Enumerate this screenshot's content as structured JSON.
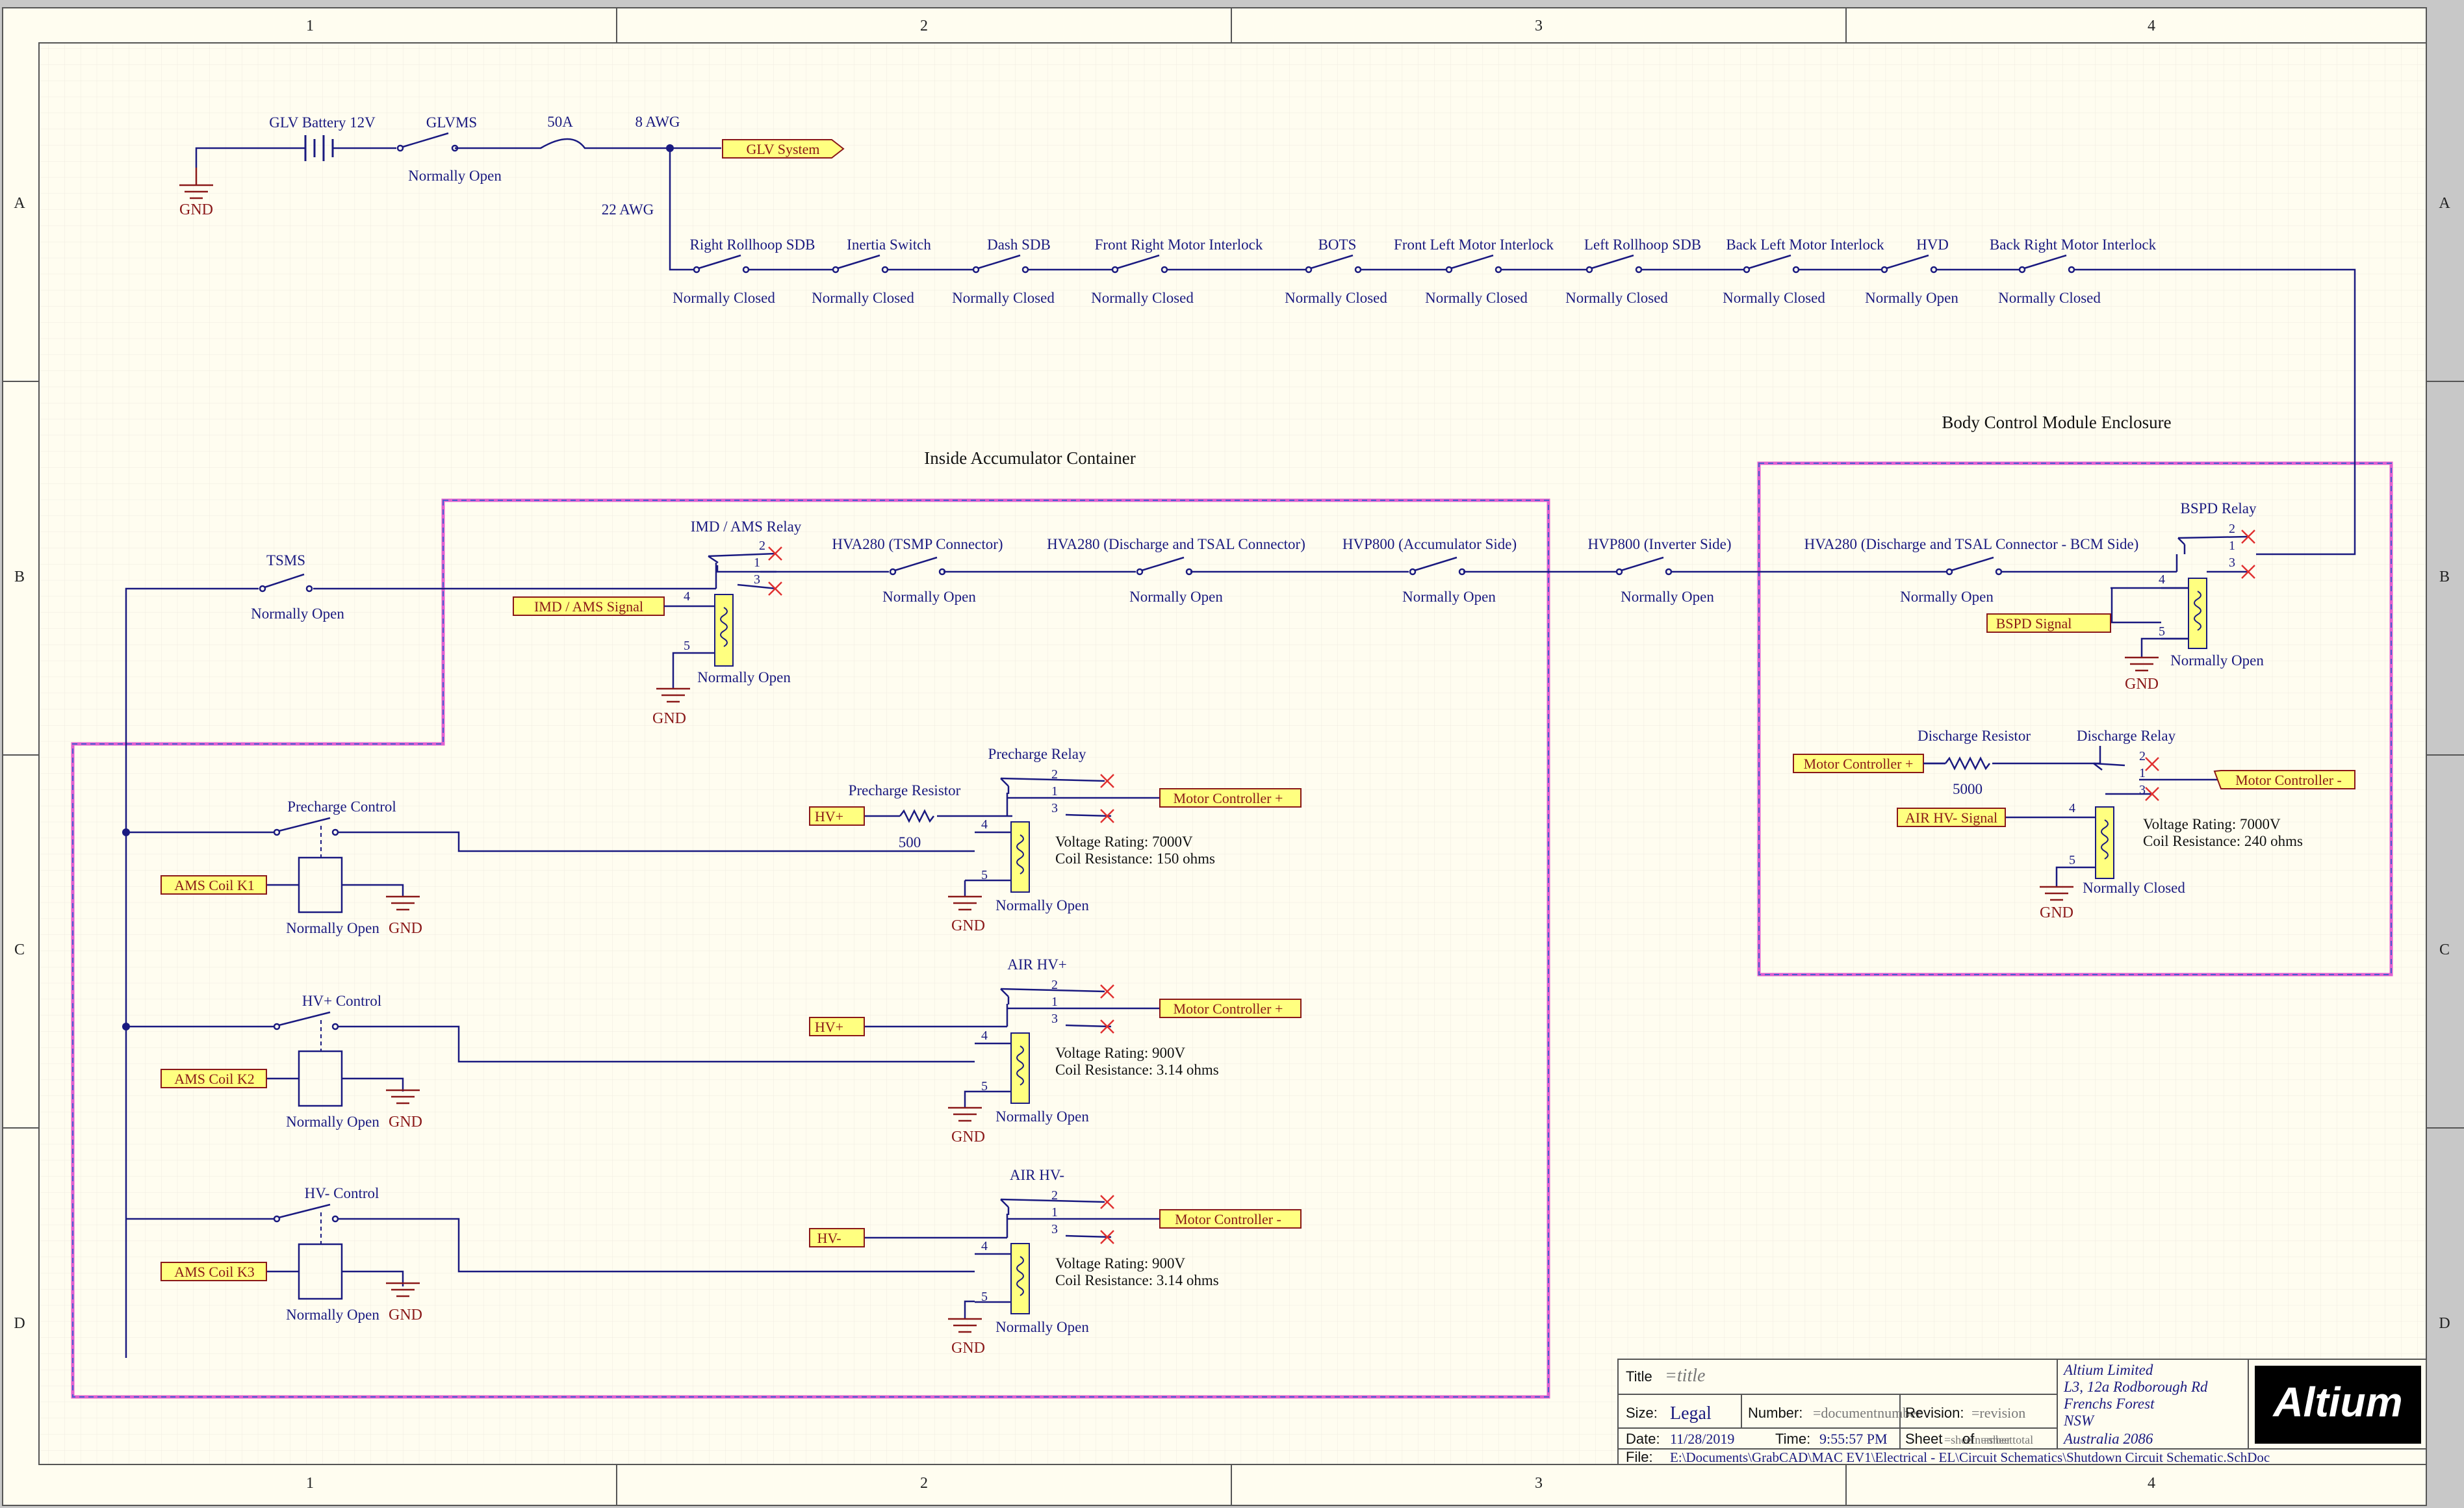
{
  "sheet": {
    "columns": [
      "1",
      "2",
      "3",
      "4"
    ],
    "rows": [
      "A",
      "B",
      "C",
      "D"
    ]
  },
  "glv": {
    "gnd_label": "GND",
    "battery_label": "GLV Battery 12V",
    "switch_label": "GLVMS",
    "switch_state": "Normally Open",
    "fuse_label": "50A",
    "wire_main": "8 AWG",
    "wire_branch": "22 AWG",
    "port_label": "GLV System"
  },
  "loop_switches": [
    {
      "name": "Right Rollhoop SDB",
      "state": "Normally Closed"
    },
    {
      "name": "Inertia Switch",
      "state": "Normally Closed"
    },
    {
      "name": "Dash SDB",
      "state": "Normally Closed"
    },
    {
      "name": "Front Right Motor Interlock",
      "state": "Normally Closed"
    },
    {
      "name": "BOTS",
      "state": "Normally Closed"
    },
    {
      "name": "Front Left Motor Interlock",
      "state": "Normally Closed"
    },
    {
      "name": "Left Rollhoop SDB",
      "state": "Normally Closed"
    },
    {
      "name": "Back Left Motor Interlock",
      "state": "Normally Closed"
    },
    {
      "name": "HVD",
      "state": "Normally Open"
    },
    {
      "name": "Back Right Motor Interlock",
      "state": "Normally Closed"
    }
  ],
  "accumulator": {
    "title": "Inside Accumulator Container",
    "tsms": {
      "name": "TSMS",
      "state": "Normally Open"
    },
    "imd_relay": {
      "name": "IMD / AMS Relay",
      "signal": "IMD / AMS Signal",
      "state": "Normally Open",
      "gnd": "GND"
    },
    "connectors": [
      {
        "name": "HVA280 (TSMP Connector)",
        "state": "Normally Open"
      },
      {
        "name": "HVA280 (Discharge and TSAL Connector)",
        "state": "Normally Open"
      },
      {
        "name": "HVP800 (Accumulator Side)",
        "state": "Normally Open"
      }
    ],
    "channels": [
      {
        "control": "Precharge Control",
        "coil": "AMS Coil K1",
        "state": "Normally Open",
        "gnd": "GND",
        "relay": "Precharge Relay",
        "input": "HV+",
        "output": "Motor Controller +",
        "resistor_label": "Precharge Resistor",
        "resistor_value": "500",
        "voltage": "Voltage Rating: 7000V",
        "resistance": "Coil Resistance: 150 ohms",
        "relay_state": "Normally Open",
        "relay_gnd": "GND"
      },
      {
        "control": "HV+ Control",
        "coil": "AMS Coil K2",
        "state": "Normally Open",
        "gnd": "GND",
        "relay": "AIR HV+",
        "input": "HV+",
        "output": "Motor Controller +",
        "voltage": "Voltage Rating: 900V",
        "resistance": "Coil Resistance: 3.14 ohms",
        "relay_state": "Normally Open",
        "relay_gnd": "GND"
      },
      {
        "control": "HV- Control",
        "coil": "AMS Coil K3",
        "state": "Normally Open",
        "gnd": "GND",
        "relay": "AIR HV-",
        "input": "HV-",
        "output": "Motor Controller -",
        "voltage": "Voltage Rating: 900V",
        "resistance": "Coil Resistance: 3.14 ohms",
        "relay_state": "Normally Open",
        "relay_gnd": "GND"
      }
    ]
  },
  "inverter_conn": {
    "name": "HVP800 (Inverter Side)",
    "state": "Normally Open"
  },
  "bcm": {
    "title": "Body Control Module Enclosure",
    "connector": {
      "name": "HVA280 (Discharge and TSAL Connector - BCM Side)",
      "state": "Normally Open"
    },
    "bspd_relay": {
      "name": "BSPD Relay",
      "signal": "BSPD Signal",
      "state": "Normally Open",
      "gnd": "GND"
    },
    "discharge": {
      "resistor_label": "Discharge Resistor",
      "resistor_value": "5000",
      "relay": "Discharge Relay",
      "input": "Motor Controller +",
      "output": "Motor Controller -",
      "signal": "AIR HV- Signal",
      "voltage": "Voltage Rating: 7000V",
      "resistance": "Coil Resistance: 240 ohms",
      "state": "Normally Closed",
      "gnd": "GND"
    }
  },
  "pins": {
    "p1": "1",
    "p2": "2",
    "p3": "3",
    "p4": "4",
    "p5": "5"
  },
  "title_block": {
    "title_label": "Title",
    "title_value": "=title",
    "size_label": "Size:",
    "size_value": "Legal",
    "number_label": "Number:",
    "number_value": "=documentnumber",
    "revision_label": "Revision:",
    "revision_value": "=revision",
    "date_label": "Date:",
    "date_value": "11/28/2019",
    "time_label": "Time:",
    "time_value": "9:55:57 PM",
    "sheet_label": "Sheet",
    "sheet_value": "=sheetnumber",
    "of_label": "of",
    "of_value": "=sheettotal",
    "file_label": "File:",
    "file_value": "E:\\Documents\\GrabCAD\\MAC EV1\\Electrical - EL\\Circuit Schematics\\Shutdown Circuit Schematic.SchDoc",
    "company": [
      "Altium Limited",
      "L3, 12a Rodborough Rd",
      "Frenchs Forest",
      "NSW",
      "Australia 2086"
    ],
    "logo_text": "Altium"
  },
  "colors": {
    "wire": "#1a1a80",
    "port_fill": "#ffff80",
    "port_stroke": "#8a1818",
    "sheet_bg": "#fffdf0",
    "region_border": "#e060d0",
    "x_mark": "#e03030"
  }
}
